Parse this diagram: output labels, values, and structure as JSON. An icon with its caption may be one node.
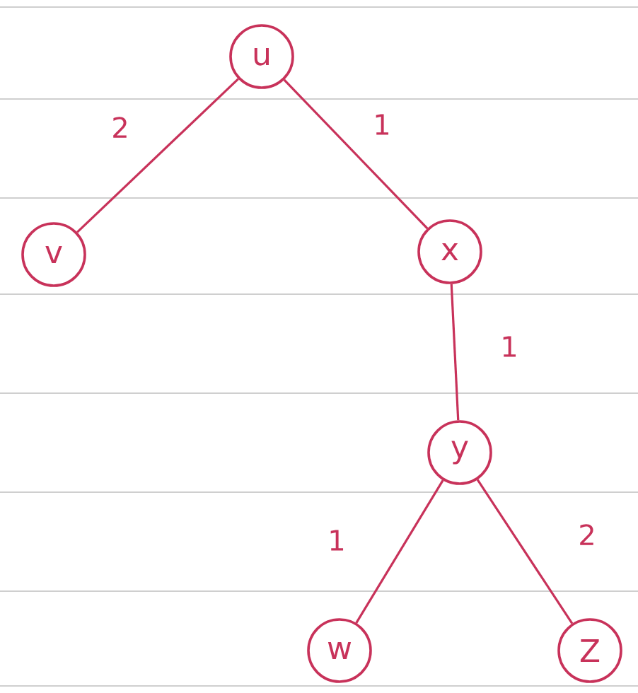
{
  "diagram": {
    "nodes": [
      {
        "text": [
          "u"
        ]
      },
      {
        "text": [
          "v"
        ]
      },
      {
        "text": [
          "x"
        ]
      },
      {
        "text": [
          "y"
        ]
      },
      {
        "text": [
          "w"
        ]
      },
      {
        "text": [
          "Z"
        ]
      }
    ],
    "edges": [
      {
        "from": 0,
        "to": 1,
        "arrow": "none",
        "label": "2"
      },
      {
        "from": 0,
        "to": 2,
        "arrow": "none",
        "label": "1"
      },
      {
        "from": 2,
        "to": 3,
        "arrow": "none",
        "label": "1"
      },
      {
        "from": 3,
        "to": 4,
        "arrow": "none",
        "label": "1"
      },
      {
        "from": 3,
        "to": 5,
        "arrow": "none",
        "label": "2"
      }
    ]
  }
}
